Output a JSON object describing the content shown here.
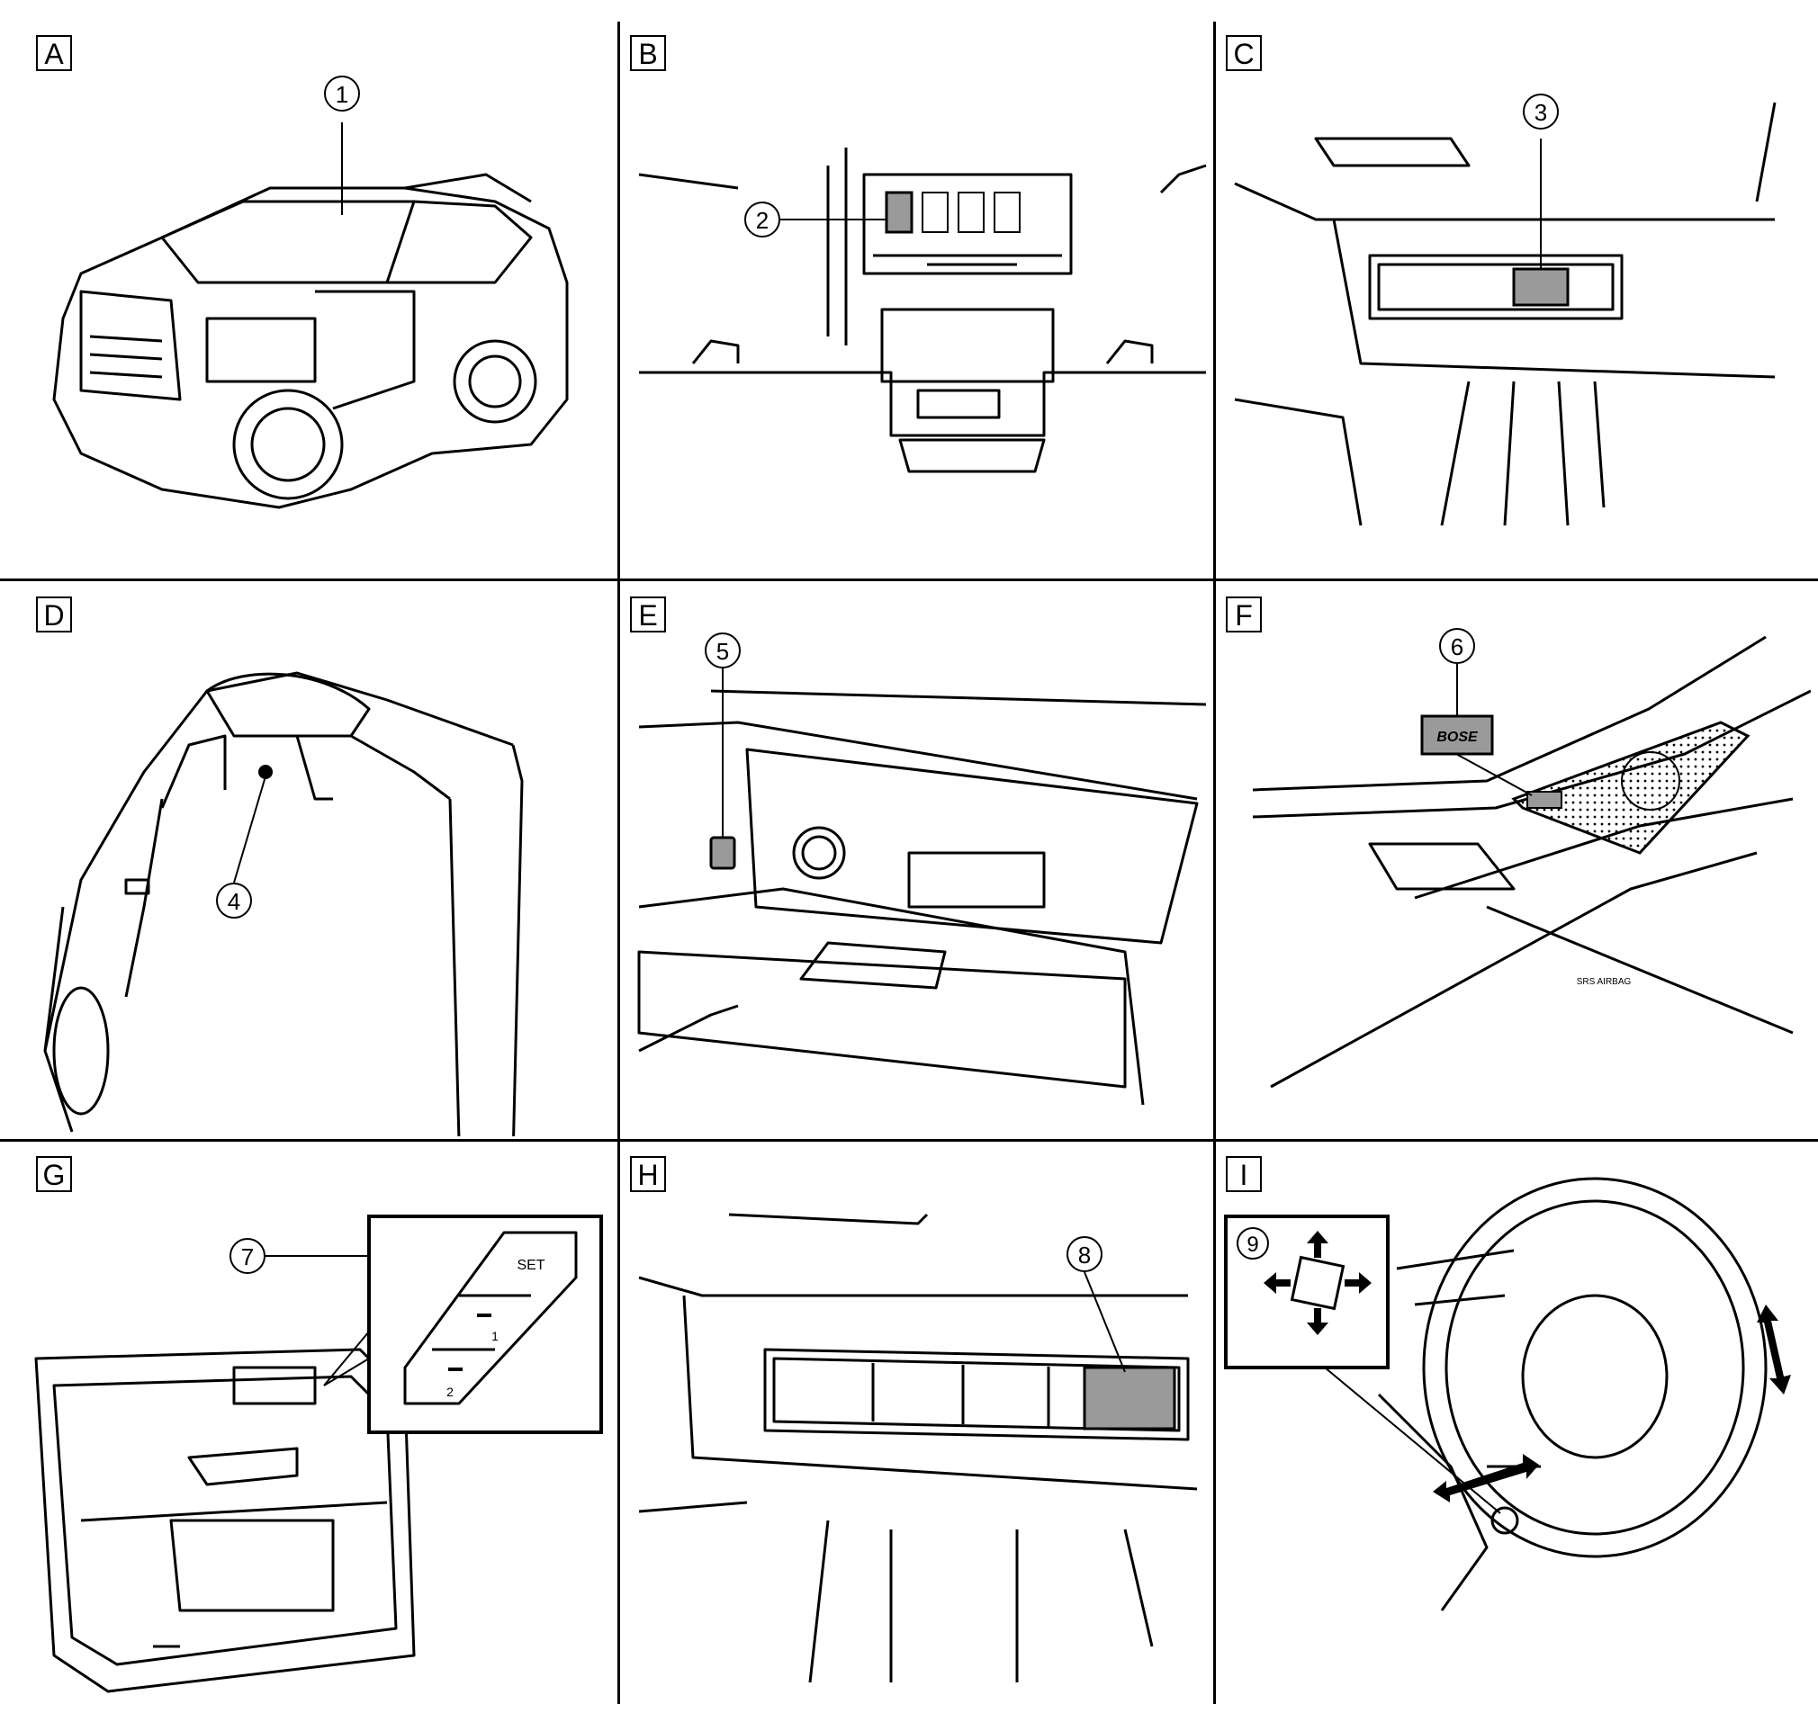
{
  "panels": [
    {
      "letter": "A",
      "callout": "1"
    },
    {
      "letter": "B",
      "callout": "2"
    },
    {
      "letter": "C",
      "callout": "3"
    },
    {
      "letter": "D",
      "callout": "4"
    },
    {
      "letter": "E",
      "callout": "5"
    },
    {
      "letter": "F",
      "callout": "6"
    },
    {
      "letter": "G",
      "callout": "7"
    },
    {
      "letter": "H",
      "callout": "8"
    },
    {
      "letter": "I",
      "callout": "9"
    }
  ],
  "labels": {
    "bose": "BOSE",
    "set": "SET",
    "memory_1": "1",
    "memory_2": "2",
    "airbag": "SRS AIRBAG"
  },
  "colors": {
    "line": "#000000",
    "highlight": "#9a9a9a",
    "background": "#ffffff"
  }
}
